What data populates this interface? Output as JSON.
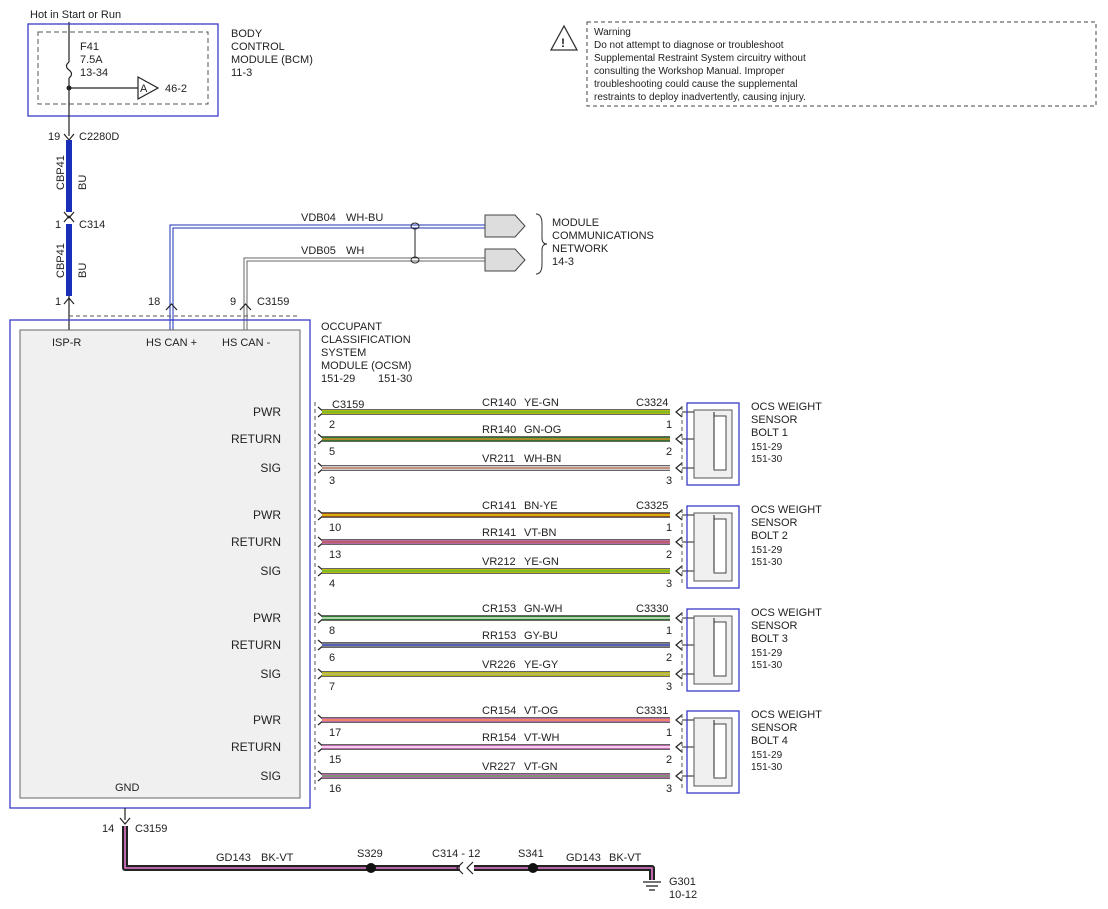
{
  "source": "Hot in Start or Run",
  "bcm": {
    "name": [
      "BODY",
      "CONTROL",
      "MODULE (BCM)"
    ],
    "ref": "11-3",
    "fuse": [
      "F41",
      "7.5A",
      "13-34"
    ],
    "arrow_label": "A",
    "arrow_ref": "46-2"
  },
  "warning": {
    "title": "Warning",
    "lines": [
      "Do not attempt to diagnose or troubleshoot",
      "Supplemental Restraint System circuitry without",
      "consulting the Workshop Manual. Improper",
      "troubleshooting could cause the supplemental",
      "restraints to deploy inadvertently, causing injury."
    ]
  },
  "feed": {
    "c2280d_pin": "19",
    "c2280d": "C2280D",
    "c314_pin": "1",
    "c314": "C314",
    "ocsm_pin": "1",
    "circuit": "CBP41",
    "color": "BU"
  },
  "network": {
    "wires": [
      {
        "circuit": "VDB04",
        "color": "WH-BU",
        "pin": "18"
      },
      {
        "circuit": "VDB05",
        "color": "WH",
        "pin": "9"
      }
    ],
    "connector": "C3159",
    "label": [
      "MODULE",
      "COMMUNICATIONS",
      "NETWORK"
    ],
    "ref": "14-3"
  },
  "ocsm": {
    "name": [
      "OCCUPANT",
      "CLASSIFICATION",
      "SYSTEM",
      "MODULE (OCSM)"
    ],
    "refs": [
      "151-29",
      "151-30"
    ],
    "top_pins": [
      "ISP-R",
      "HS CAN +",
      "HS CAN -"
    ],
    "gnd": "GND",
    "connector": "C3159"
  },
  "sensors": [
    {
      "connector": "C3324",
      "name": [
        "OCS WEIGHT",
        "SENSOR",
        "BOLT 1"
      ],
      "refs": [
        "151-29",
        "151-30"
      ],
      "wires": [
        {
          "label": "PWR",
          "circuit": "CR140",
          "color": "YE-GN",
          "pin": "2",
          "spin": "1",
          "c1": "#e8e800",
          "c2": "#3fa13f"
        },
        {
          "label": "RETURN",
          "circuit": "RR140",
          "color": "GN-OG",
          "pin": "5",
          "spin": "2",
          "c1": "#2e8b2e",
          "c2": "#f28c28"
        },
        {
          "label": "SIG",
          "circuit": "VR211",
          "color": "WH-BN",
          "pin": "3",
          "spin": "3",
          "c1": "#ffffff",
          "c2": "#a0522d"
        }
      ]
    },
    {
      "connector": "C3325",
      "name": [
        "OCS WEIGHT",
        "SENSOR",
        "BOLT 2"
      ],
      "refs": [
        "151-29",
        "151-30"
      ],
      "wires": [
        {
          "label": "PWR",
          "circuit": "CR141",
          "color": "BN-YE",
          "pin": "10",
          "spin": "1",
          "c1": "#b35a1f",
          "c2": "#f0e000"
        },
        {
          "label": "RETURN",
          "circuit": "RR141",
          "color": "VT-BN",
          "pin": "13",
          "spin": "2",
          "c1": "#e87ad0",
          "c2": "#a0522d"
        },
        {
          "label": "SIG",
          "circuit": "VR212",
          "color": "YE-GN",
          "pin": "4",
          "spin": "3",
          "c1": "#e8e800",
          "c2": "#3fa13f"
        }
      ]
    },
    {
      "connector": "C3330",
      "name": [
        "OCS WEIGHT",
        "SENSOR",
        "BOLT 3"
      ],
      "refs": [
        "151-29",
        "151-30"
      ],
      "wires": [
        {
          "label": "PWR",
          "circuit": "CR153",
          "color": "GN-WH",
          "pin": "8",
          "spin": "1",
          "c1": "#2e8b2e",
          "c2": "#ffffff"
        },
        {
          "label": "RETURN",
          "circuit": "RR153",
          "color": "GY-BU",
          "pin": "6",
          "spin": "2",
          "c1": "#9a9a9a",
          "c2": "#2b3fd0"
        },
        {
          "label": "SIG",
          "circuit": "VR226",
          "color": "YE-GY",
          "pin": "7",
          "spin": "3",
          "c1": "#e8e800",
          "c2": "#9a9a9a"
        }
      ]
    },
    {
      "connector": "C3331",
      "name": [
        "OCS WEIGHT",
        "SENSOR",
        "BOLT 4"
      ],
      "refs": [
        "151-29",
        "151-30"
      ],
      "wires": [
        {
          "label": "PWR",
          "circuit": "CR154",
          "color": "VT-OG",
          "pin": "17",
          "spin": "1",
          "c1": "#e87ad0",
          "c2": "#f28c28"
        },
        {
          "label": "RETURN",
          "circuit": "RR154",
          "color": "VT-WH",
          "pin": "15",
          "spin": "2",
          "c1": "#e87ad0",
          "c2": "#ffffff"
        },
        {
          "label": "SIG",
          "circuit": "VR227",
          "color": "VT-GN",
          "pin": "16",
          "spin": "3",
          "c1": "#e87ad0",
          "c2": "#3fa13f"
        }
      ]
    }
  ],
  "ground": {
    "pin": "14",
    "connector": "C3159",
    "circuit_left": "GD143",
    "color_left": "BK-VT",
    "splice1": "S329",
    "inline": "C314 - 12",
    "splice2": "S341",
    "circuit_right": "GD143",
    "color_right": "BK-VT",
    "ground_point": "G301",
    "ground_ref": "10-12"
  }
}
